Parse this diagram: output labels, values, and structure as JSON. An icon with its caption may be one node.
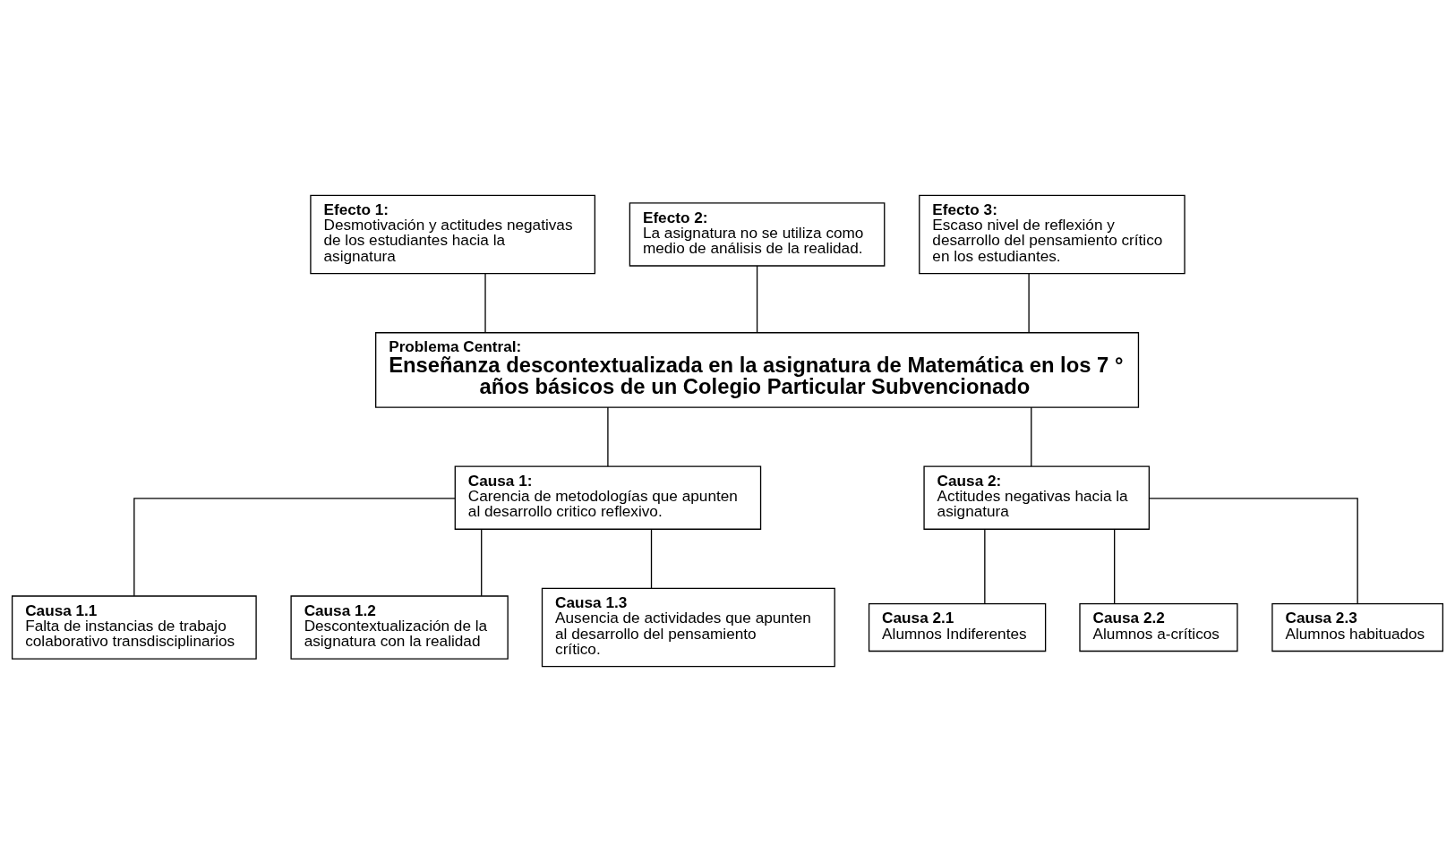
{
  "diagram": {
    "nodes": [
      {
        "text": [
          "Efecto 1:",
          "Desmotivación y actitudes negativas de los estudiantes hacia la asignatura"
        ]
      },
      {
        "text": [
          "Efecto 2:",
          "La asignatura no se utiliza como medio de análisis de la realidad."
        ]
      },
      {
        "text": [
          "Efecto 3:",
          "Escaso nivel de reflexión y desarrollo del pensamiento crítico en los estudiantes."
        ]
      },
      {
        "text": [
          "Problema Central:",
          "Enseñanza descontextualizada en la asignatura de Matemática en los 7 ° años básicos de un Colegio Particular Subvencionado"
        ]
      },
      {
        "text": [
          "Causa 1:",
          "Carencia de metodologías que apunten al desarrollo critico reflexivo."
        ]
      },
      {
        "text": [
          "Causa 1.1",
          "Falta de instancias de trabajo colaborativo transdisciplinarios"
        ]
      },
      {
        "text": [
          "Causa 1.2",
          "Descontextualización de la asignatura con la realidad"
        ]
      },
      {
        "text": [
          "Causa 1.3",
          "Ausencia de actividades que apunten al desarrollo del pensamiento crítico."
        ]
      },
      {
        "text": [
          "Causa 2:",
          "Actitudes negativas hacia la asignatura"
        ]
      },
      {
        "text": [
          "Causa 2.1",
          "Alumnos Indiferentes"
        ]
      },
      {
        "text": [
          "Causa 2.2",
          "Alumnos a-críticos"
        ]
      },
      {
        "text": [
          "Causa 2.3",
          "Alumnos habituados"
        ]
      }
    ],
    "edges": [
      {
        "from": 0,
        "to": 3,
        "arrow": "none"
      },
      {
        "from": 1,
        "to": 3,
        "arrow": "none"
      },
      {
        "from": 2,
        "to": 3,
        "arrow": "none"
      },
      {
        "from": 3,
        "to": 4,
        "arrow": "none"
      },
      {
        "from": 3,
        "to": 8,
        "arrow": "none"
      },
      {
        "from": 4,
        "to": 5,
        "arrow": "none"
      },
      {
        "from": 4,
        "to": 6,
        "arrow": "none"
      },
      {
        "from": 4,
        "to": 7,
        "arrow": "none"
      },
      {
        "from": 8,
        "to": 9,
        "arrow": "none"
      },
      {
        "from": 8,
        "to": 10,
        "arrow": "none"
      },
      {
        "from": 8,
        "to": 11,
        "arrow": "none"
      }
    ]
  }
}
